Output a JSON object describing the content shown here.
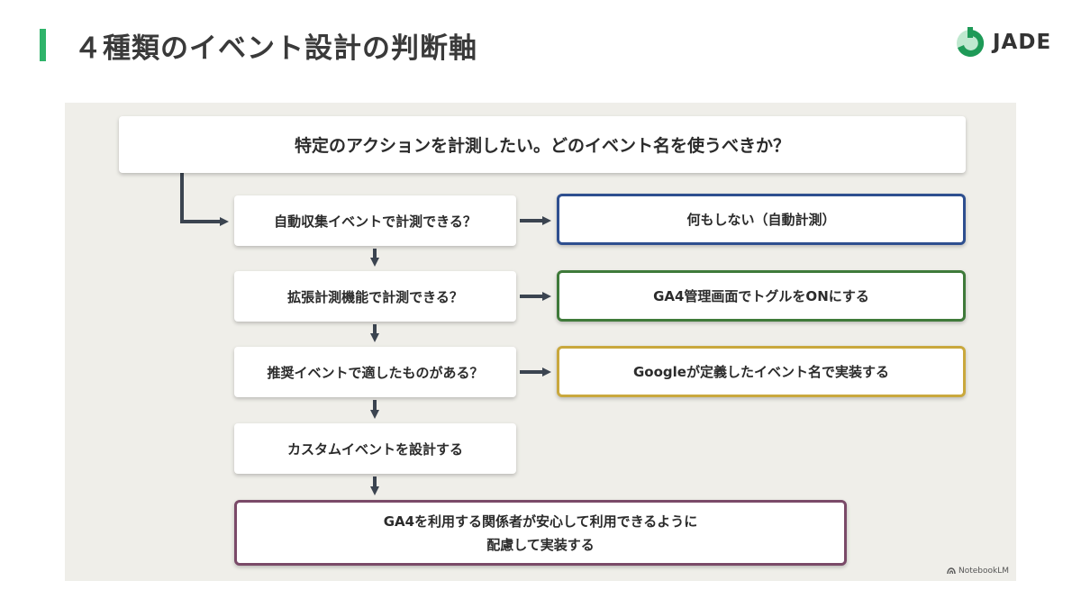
{
  "header": {
    "title": "４種類のイベント設計の判断軸",
    "logo_text": "JADE",
    "accent_color": "#2fb36a"
  },
  "diagram": {
    "top_question": "特定のアクションを計測したい。どのイベント名を使うべきか？",
    "steps": [
      {
        "question": "自動収集イベントで計測できる？",
        "answer": "何もしない（自動計測）",
        "answer_border": "#2e4f8f"
      },
      {
        "question": "拡張計測機能で計測できる？",
        "answer": "GA4管理画面でトグルをONにする",
        "answer_border": "#3f7a3a"
      },
      {
        "question": "推奨イベントで適したものがある？",
        "answer": "Googleが定義したイベント名で実装する",
        "answer_border": "#c9a83d"
      },
      {
        "question": "カスタムイベントを設計する"
      }
    ],
    "final_line1": "GA4を利用する関係者が安心して利用できるように",
    "final_line2": "配慮して実装する",
    "final_border": "#7a4a68"
  },
  "watermark": {
    "text": "NotebookLM",
    "icon": "notebooklm-icon"
  }
}
